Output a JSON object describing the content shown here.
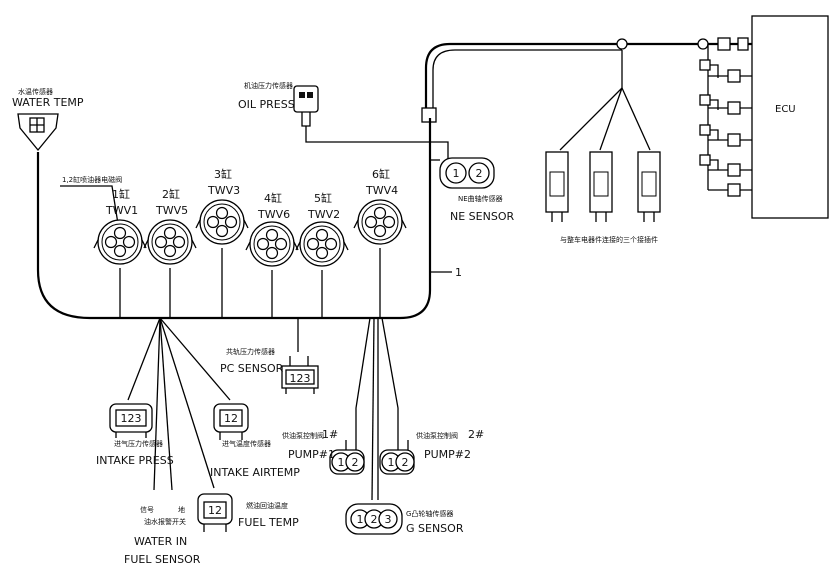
{
  "ecu": {
    "label": "ECU"
  },
  "harness": {
    "label": "1"
  },
  "water_temp": {
    "zh": "水温传感器",
    "en": "WATER TEMP"
  },
  "oil_press": {
    "zh": "机油压力传感器",
    "en": "OIL PRESS"
  },
  "ne_sensor": {
    "zh": "NE曲轴传感器",
    "en": "NE SENSOR",
    "pins": [
      "1",
      "2"
    ]
  },
  "cam_note": {
    "text": "与整车电器件连接的三个接插件"
  },
  "twv_note": {
    "text": "1,2缸喷油器电磁阀"
  },
  "injectors": [
    {
      "cyl": "1缸",
      "label": "TWV1"
    },
    {
      "cyl": "2缸",
      "label": "TWV5"
    },
    {
      "cyl": "3缸",
      "label": "TWV3"
    },
    {
      "cyl": "4缸",
      "label": "TWV6"
    },
    {
      "cyl": "5缸",
      "label": "TWV2"
    },
    {
      "cyl": "6缸",
      "label": "TWV4"
    }
  ],
  "pc_sensor": {
    "zh": "共轨压力传感器",
    "en": "PC SENSOR",
    "pins": "123"
  },
  "intake_press": {
    "zh": "进气压力传感器",
    "en": "INTAKE PRESS",
    "pins": "123"
  },
  "intake_airtemp": {
    "zh": "进气温度传感器",
    "en": "INTAKE AIRTEMP",
    "pins": "12"
  },
  "fuel_temp": {
    "zh": "燃油回油温度",
    "en": "FUEL TEMP",
    "pins": "12"
  },
  "water_in_fuel": {
    "zh1": "信号",
    "zh2": "地",
    "zh3": "油水报警开关",
    "en1": "WATER IN",
    "en2": "FUEL SENSOR"
  },
  "pump1": {
    "zh": "供油泵控制阀",
    "num": "1#",
    "en": "PUMP#1",
    "pins": [
      "1",
      "2"
    ]
  },
  "pump2": {
    "zh": "供油泵控制阀",
    "num": "2#",
    "en": "PUMP#2",
    "pins": [
      "1",
      "2"
    ]
  },
  "g_sensor": {
    "zh": "G凸轮轴传感器",
    "en": "G SENSOR",
    "pins": [
      "1",
      "2",
      "3"
    ]
  }
}
